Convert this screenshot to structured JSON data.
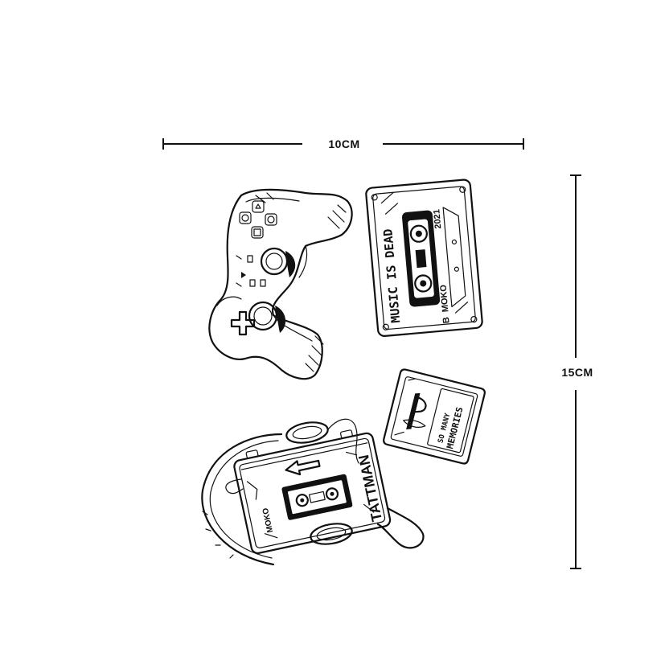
{
  "dimensions": {
    "width_label": "10CM",
    "height_label": "15CM"
  },
  "artwork": {
    "cassette": {
      "slogan": "MUSIC IS DEAD",
      "year": "2021",
      "brand": "MOKO",
      "side": "B",
      "icon": "cassette-tape-icon"
    },
    "memory_card": {
      "caption_line1": "SO MANY",
      "caption_line2": "MEMORIES",
      "icon": "playstation-logo-icon"
    },
    "walkman": {
      "model": "TATTMAN",
      "brand": "MOKO",
      "icon": "walkman-player-icon"
    },
    "controller": {
      "icon": "game-controller-icon"
    },
    "headphones": {
      "icon": "headphones-icon"
    }
  }
}
